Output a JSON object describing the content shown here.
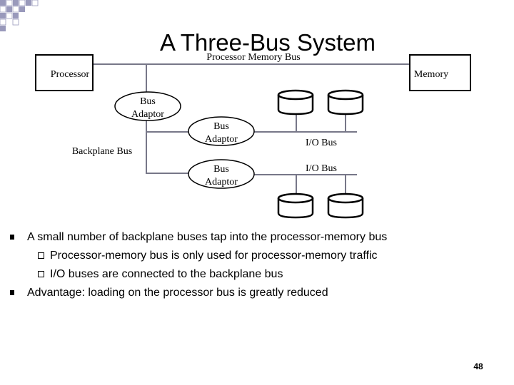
{
  "slide": {
    "title": "A Three-Bus System",
    "page_number": "48"
  },
  "diagram": {
    "processor_memory_bus_label": "Processor Memory Bus",
    "processor_label": "Processor",
    "memory_label": "Memory",
    "bus_adaptor_1": [
      "Bus",
      "Adaptor"
    ],
    "bus_adaptor_2": [
      "Bus",
      "Adaptor"
    ],
    "bus_adaptor_3": [
      "Bus",
      "Adaptor"
    ],
    "backplane_bus_label": "Backplane Bus",
    "io_bus_upper_label": "I/O Bus",
    "io_bus_lower_label": "I/O Bus"
  },
  "bullets": [
    {
      "text": "A small number of backplane buses tap into the processor-memory bus",
      "sub": [
        "Processor-memory bus is only used for processor-memory traffic",
        "I/O buses are connected to the backplane bus"
      ]
    },
    {
      "text": "Advantage: loading on the processor bus is greatly reduced"
    }
  ]
}
